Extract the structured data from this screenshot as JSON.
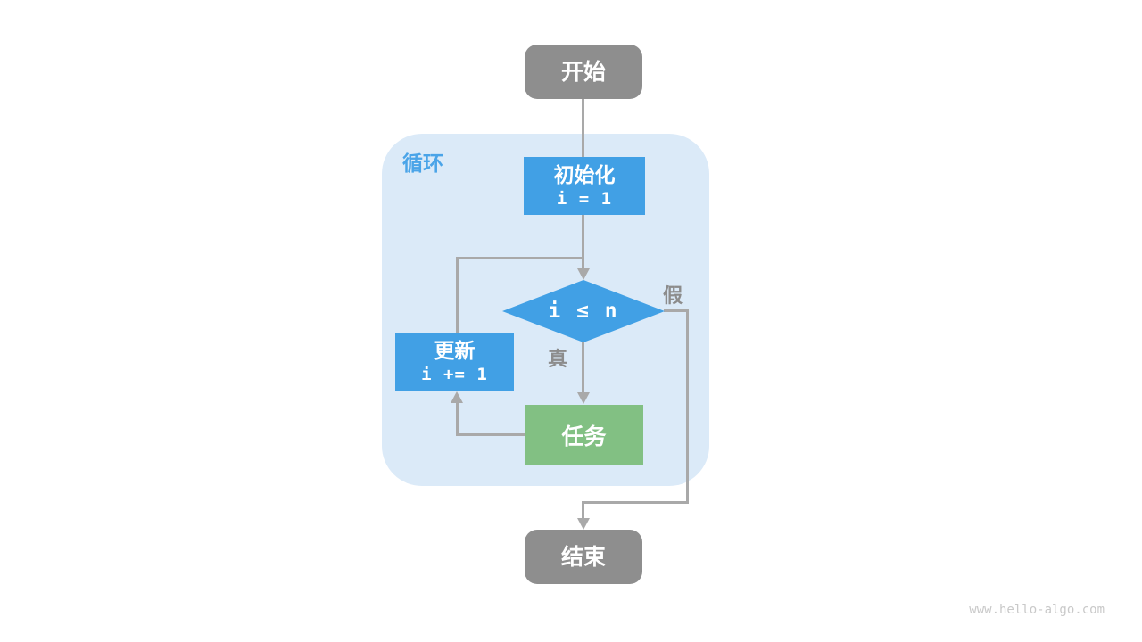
{
  "diagram": {
    "title_hint": "loop flowchart",
    "loop_label": "循环",
    "nodes": {
      "start": {
        "label": "开始"
      },
      "init": {
        "title": "初始化",
        "code": "i = 1"
      },
      "condition": {
        "code": "i ≤ n"
      },
      "update": {
        "title": "更新",
        "code": "i += 1"
      },
      "task": {
        "label": "任务"
      },
      "end": {
        "label": "结束"
      }
    },
    "edge_labels": {
      "true_branch": "真",
      "false_branch": "假"
    },
    "watermark": "www.hello-algo.com",
    "colors": {
      "process_blue": "#41a0e5",
      "task_green": "#82c083",
      "terminal_gray": "#8e8e8e",
      "loop_container_bg": "#dbeaf8",
      "loop_label_blue": "#4aa4e8",
      "connector_gray": "#a9a9a9",
      "edge_label_gray": "#8c8c8c",
      "watermark_gray": "#c9c9c9"
    }
  }
}
